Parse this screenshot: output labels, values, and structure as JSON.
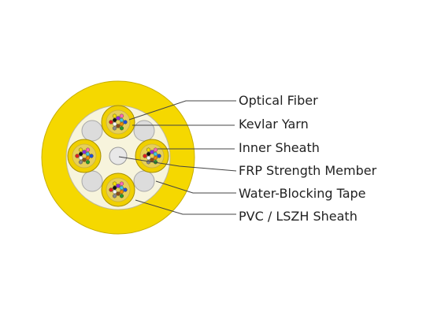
{
  "diagram": {
    "labels": [
      {
        "id": "optical-fiber",
        "text": "Optical Fiber"
      },
      {
        "id": "kevlar-yarn",
        "text": "Kevlar Yarn"
      },
      {
        "id": "inner-sheath",
        "text": "Inner Sheath"
      },
      {
        "id": "frp-strength-member",
        "text": "FRP Strength Member"
      },
      {
        "id": "water-blocking-tape",
        "text": "Water-Blocking Tape"
      },
      {
        "id": "pvc-lszh-sheath",
        "text": "PVC  /  LSZH Sheath"
      }
    ],
    "colors": {
      "jacket": "#f5d800",
      "tape": "#f7f4dc",
      "subunit": "#f0d000",
      "kevlar": "#e6cf5a",
      "filler": "#dcdcdc",
      "frp": "#e8e8e8",
      "leader_line": "#444444",
      "fiber_colors": [
        "#1f4fd8",
        "#f08a00",
        "#2a9a2a",
        "#8b4a1a",
        "#8a8a8a",
        "#ffffff",
        "#e02020",
        "#111111",
        "#f3e000",
        "#8a2be2",
        "#ff69b4",
        "#40c8e0"
      ]
    }
  }
}
